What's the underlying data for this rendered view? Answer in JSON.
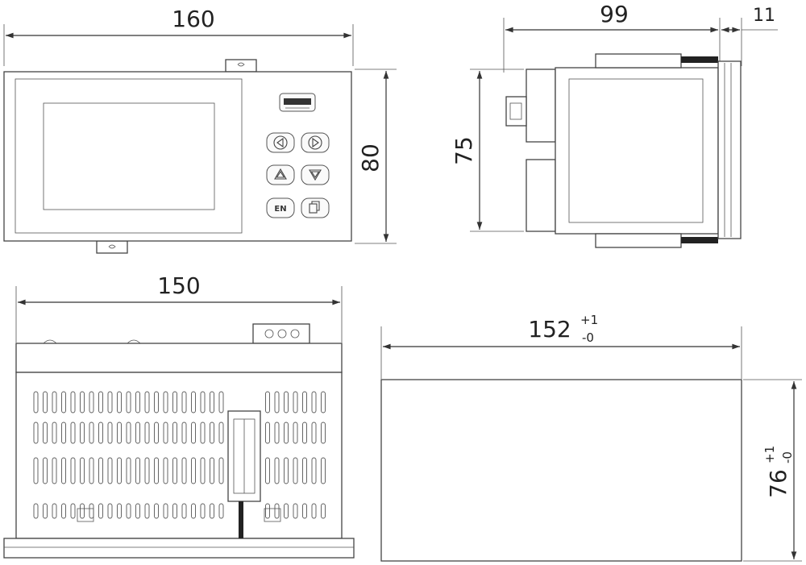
{
  "dimensions": {
    "front_width": "160",
    "front_height": "80",
    "side_depth": "99",
    "side_bezel": "11",
    "side_height": "75",
    "top_width": "150",
    "cutout_width": "152",
    "cutout_width_tol_plus": "+1",
    "cutout_width_tol_minus": "-0",
    "cutout_height": "76",
    "cutout_height_tol_plus": "+1",
    "cutout_height_tol_minus": "-0"
  },
  "keys": {
    "lang_label": "EN"
  }
}
